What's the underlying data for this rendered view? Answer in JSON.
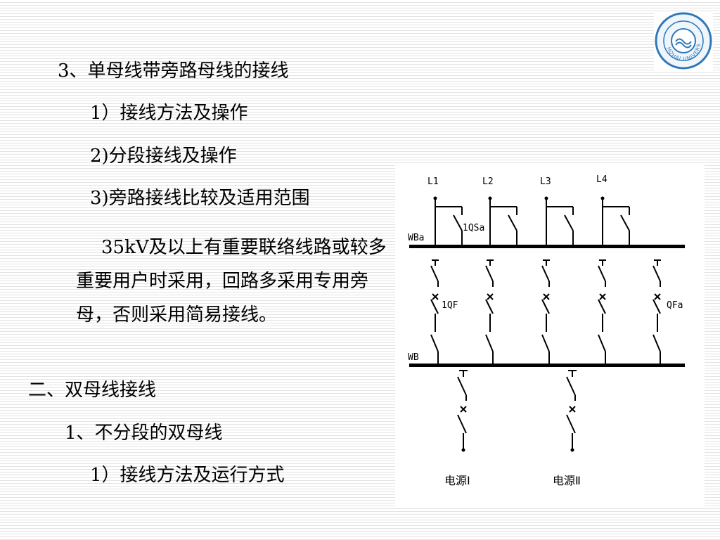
{
  "slide": {
    "heading_3": "3、单母线带旁路母线的接线",
    "item_1": "1）接线方法及操作",
    "item_2": "2)分段接线及操作",
    "item_3": "3)旁路接线比较及适用范围",
    "paragraph": "35kV及以上有重要联络线路或较多重要用户时采用，回路多采用专用旁母，否则采用简易接线。",
    "section_2": "二、双母线接线",
    "sub_1": "1、不分段的双母线",
    "sub_1_item": "1）接线方法及运行方式"
  },
  "logo": {
    "icon": "university-seal-icon",
    "text": "HOHAI UNIVERSITY"
  },
  "diagram": {
    "lines": [
      "L1",
      "L2",
      "L3",
      "L4"
    ],
    "bus_upper": "WBa",
    "bus_lower": "WB",
    "switch_label": "1QSa",
    "breaker_label": "1QF",
    "bypass_breaker_label": "QFa",
    "sources": [
      "电源Ⅰ",
      "电源Ⅱ"
    ]
  }
}
